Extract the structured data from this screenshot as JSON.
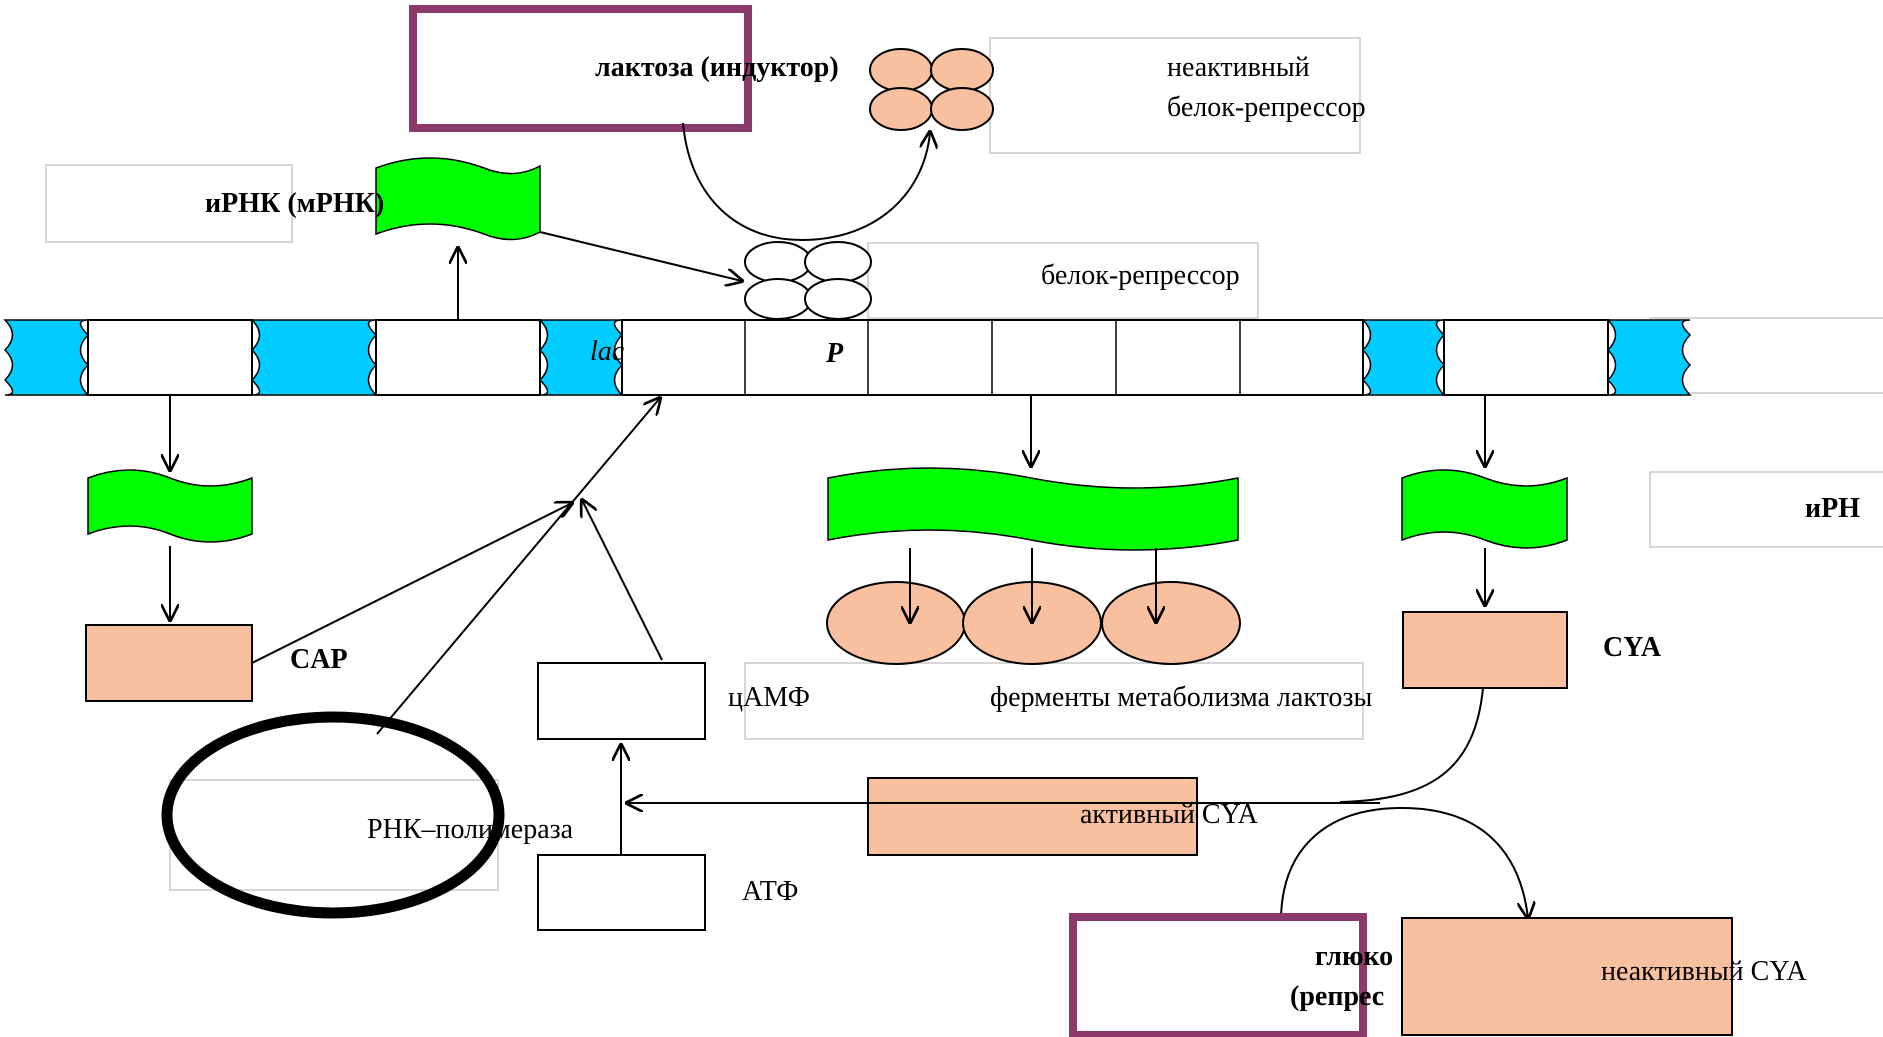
{
  "labels": {
    "lactose_inducer": "лактоза (индуктор)",
    "inactive_repressor_line1": "неактивный",
    "inactive_repressor_line2": "белок-репрессор",
    "mrna_left": "иРНК (мРНК)",
    "repressor_protein": "белок-репрессор",
    "lac": "lac",
    "promoter": "P",
    "mrna_right": "иРН",
    "cap": "CAP",
    "camp": "цАМФ",
    "lactose_enzymes": "ферменты метаболизма лактозы",
    "cya": "CYA",
    "rna_polymerase": "РНК–полимераза",
    "active_cya": "активный CYA",
    "atp": "АТФ",
    "glucose_line1": "глюко",
    "glucose_line2": "(репрес",
    "inactive_cya": "неактивный CYA"
  },
  "colors": {
    "peach": "#F9C09F",
    "green": "#00FF00",
    "dna_blue": "#00CCFF",
    "maroon": "#8B3A6A",
    "promoter": "#993366",
    "label_border": "#C8C8C8"
  }
}
